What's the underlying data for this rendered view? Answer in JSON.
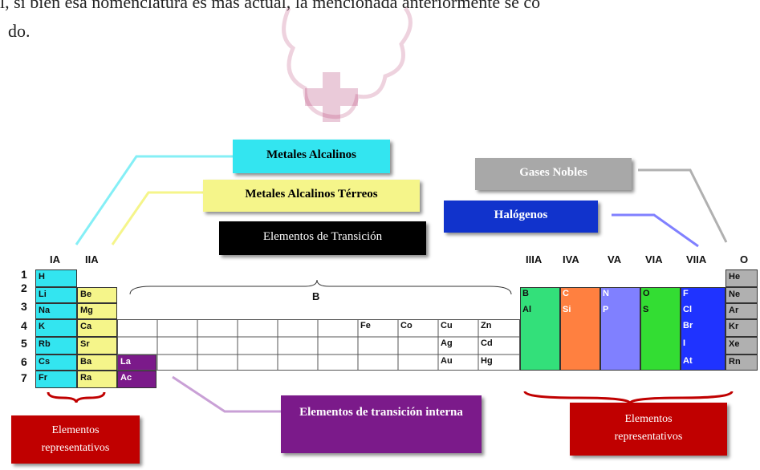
{
  "top_text": {
    "line1": "l, si bien esa nomenclatura es más actual, la mencionada anteriormente se co",
    "line2": "do."
  },
  "group_headers": [
    "IA",
    "IIA",
    "IIIA",
    "IVA",
    "VA",
    "VIA",
    "VIIA",
    "O"
  ],
  "periods": [
    "1",
    "2",
    "3",
    "4",
    "5",
    "6",
    "7"
  ],
  "block_b_label": "B",
  "elements": {
    "H": "H",
    "Li": "Li",
    "Na": "Na",
    "K": "K",
    "Rb": "Rb",
    "Cs": "Cs",
    "Fr": "Fr",
    "Be": "Be",
    "Mg": "Mg",
    "Ca": "Ca",
    "Sr": "Sr",
    "Ba": "Ba",
    "Ra": "Ra",
    "La": "La",
    "Ac": "Ac",
    "Fe": "Fe",
    "Co": "Co",
    "Cu": "Cu",
    "Ag": "Ag",
    "Au": "Au",
    "Zn": "Zn",
    "Cd": "Cd",
    "Hg": "Hg",
    "B": "B",
    "Al": "Al",
    "C": "C",
    "Si": "Si",
    "N": "N",
    "P": "P",
    "O": "O",
    "S": "S",
    "F": "F",
    "Cl": "Cl",
    "Br": "Br",
    "I": "I",
    "At": "At",
    "He": "He",
    "Ne": "Ne",
    "Ar": "Ar",
    "Kr": "Kr",
    "Xe": "Xe",
    "Rn": "Rn"
  },
  "labels": {
    "metales_alcalinos": "Metales Alcalinos",
    "alcalinos_terreos": "Metales Alcalinos Térreos",
    "transicion": "Elementos de Transición",
    "gases_nobles": "Gases Nobles",
    "halogenos": "Halógenos",
    "transicion_interna": "Elementos de transición interna",
    "representativos_left": "Elementos representativos",
    "representativos_right": "Elementos representativos"
  },
  "colors": {
    "alkali": "#33e5f0",
    "alkaline_earth": "#f5f58a",
    "inner_transition": "#7b1a8a",
    "boron_group": "#33e07a",
    "carbon_group": "#ff8040",
    "nitrogen_group": "#8080ff",
    "oxygen_group": "#33dd33",
    "halogen": "#1f33ff",
    "noble_gas": "#b0b0b0",
    "representative_box": "#c00000",
    "transition_box": "#000000",
    "halogen_box": "#1133cc"
  }
}
